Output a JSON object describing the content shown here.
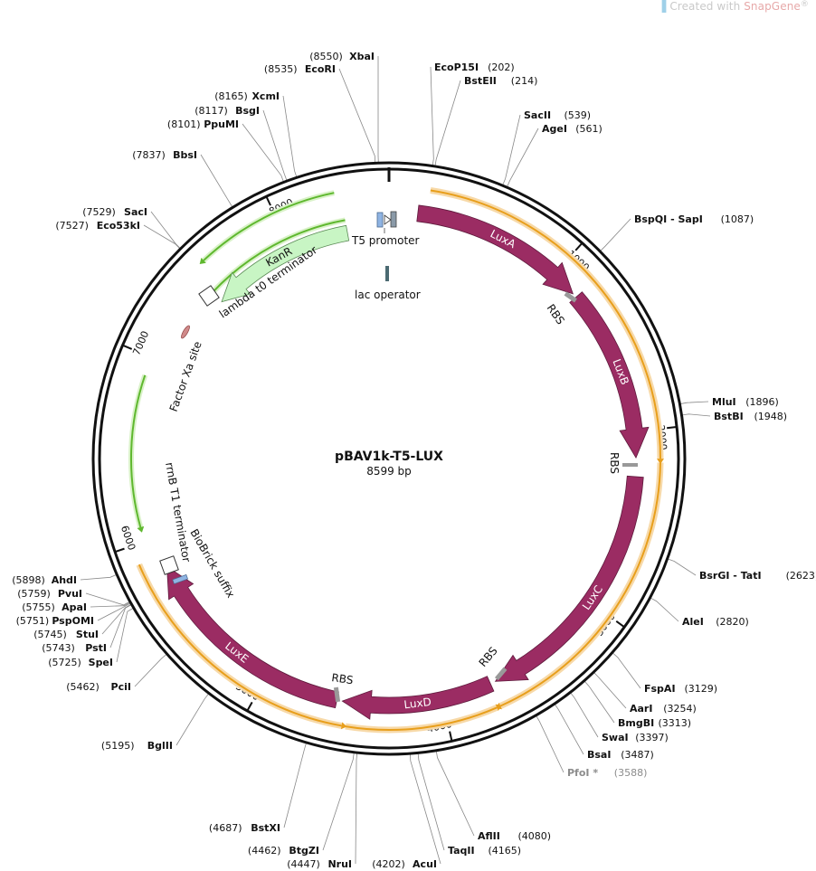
{
  "watermark": {
    "prefix": "Created with ",
    "brand": "SnapGene",
    "suffix": "®"
  },
  "plasmid": {
    "name": "pBAV1k-T5-LUX",
    "size_label": "8599 bp",
    "length": 8599
  },
  "colors": {
    "lux": "#9b2c63",
    "orange": "#e89f1c",
    "orange_glow": "#f7d9a8",
    "kanr": "#c8f5c4",
    "green_glow": "#5fb82f",
    "promoter": "#8fb4e3",
    "lac": "#4b6a72"
  },
  "ruler": [
    {
      "bp": 1000,
      "label": "1000"
    },
    {
      "bp": 2000,
      "label": "2000"
    },
    {
      "bp": 3000,
      "label": "3000"
    },
    {
      "bp": 4000,
      "label": "4000"
    },
    {
      "bp": 5000,
      "label": "5000"
    },
    {
      "bp": 6000,
      "label": "6000"
    },
    {
      "bp": 7000,
      "label": "7000"
    },
    {
      "bp": 8000,
      "label": "8000"
    }
  ],
  "sites": [
    {
      "name": "XbaI",
      "pos": "(8550)",
      "bp": 8550,
      "side": "left"
    },
    {
      "name": "EcoRI",
      "pos": "(8535)",
      "bp": 8535,
      "side": "left"
    },
    {
      "name": "EcoP15I",
      "pos": "(202)",
      "bp": 202,
      "side": "right"
    },
    {
      "name": "BstEII",
      "pos": "(214)",
      "bp": 214,
      "side": "right"
    },
    {
      "name": "SacII",
      "pos": "(539)",
      "bp": 539,
      "side": "right"
    },
    {
      "name": "AgeI",
      "pos": "(561)",
      "bp": 561,
      "side": "right"
    },
    {
      "name": "BspQI - SapI",
      "pos": "(1087)",
      "bp": 1087,
      "side": "right"
    },
    {
      "name": "MluI",
      "pos": "(1896)",
      "bp": 1896,
      "side": "right"
    },
    {
      "name": "BstBI",
      "pos": "(1948)",
      "bp": 1948,
      "side": "right"
    },
    {
      "name": "BsrGI - TatI",
      "pos": "(2623)",
      "bp": 2623,
      "side": "right"
    },
    {
      "name": "AleI",
      "pos": "(2820)",
      "bp": 2820,
      "side": "right"
    },
    {
      "name": "FspAI",
      "pos": "(3129)",
      "bp": 3129,
      "side": "right"
    },
    {
      "name": "AarI",
      "pos": "(3254)",
      "bp": 3254,
      "side": "right"
    },
    {
      "name": "BmgBI",
      "pos": "(3313)",
      "bp": 3313,
      "side": "right"
    },
    {
      "name": "SwaI",
      "pos": "(3397)",
      "bp": 3397,
      "side": "right"
    },
    {
      "name": "BsaI",
      "pos": "(3487)",
      "bp": 3487,
      "side": "right"
    },
    {
      "name": "PfoI *",
      "pos": "(3588)",
      "bp": 3588,
      "side": "right",
      "gray": true
    },
    {
      "name": "AflII",
      "pos": "(4080)",
      "bp": 4080,
      "side": "right"
    },
    {
      "name": "TaqII",
      "pos": "(4165)",
      "bp": 4165,
      "side": "right"
    },
    {
      "name": "AcuI",
      "pos": "(4202)",
      "bp": 4202,
      "side": "right"
    },
    {
      "name": "NruI",
      "pos": "(4447)",
      "bp": 4447,
      "side": "left"
    },
    {
      "name": "BtgZI",
      "pos": "(4462)",
      "bp": 4462,
      "side": "left"
    },
    {
      "name": "BstXI",
      "pos": "(4687)",
      "bp": 4687,
      "side": "left"
    },
    {
      "name": "BglII",
      "pos": "(5195)",
      "bp": 5195,
      "side": "left"
    },
    {
      "name": "PciI",
      "pos": "(5462)",
      "bp": 5462,
      "side": "left"
    },
    {
      "name": "SpeI",
      "pos": "(5725)",
      "bp": 5725,
      "side": "left"
    },
    {
      "name": "PstI",
      "pos": "(5743)",
      "bp": 5743,
      "side": "left"
    },
    {
      "name": "StuI",
      "pos": "(5745)",
      "bp": 5745,
      "side": "left"
    },
    {
      "name": "PspOMI",
      "pos": "(5751)",
      "bp": 5751,
      "side": "left"
    },
    {
      "name": "ApaI",
      "pos": "(5755)",
      "bp": 5755,
      "side": "left"
    },
    {
      "name": "PvuI",
      "pos": "(5759)",
      "bp": 5759,
      "side": "left"
    },
    {
      "name": "AhdI",
      "pos": "(5898)",
      "bp": 5898,
      "side": "left"
    },
    {
      "name": "Eco53kI",
      "pos": "(7527)",
      "bp": 7527,
      "side": "left"
    },
    {
      "name": "SacI",
      "pos": "(7529)",
      "bp": 7529,
      "side": "left"
    },
    {
      "name": "BbsI",
      "pos": "(7837)",
      "bp": 7837,
      "side": "left"
    },
    {
      "name": "PpuMI",
      "pos": "(8101)",
      "bp": 8101,
      "side": "left"
    },
    {
      "name": "BsgI",
      "pos": "(8117)",
      "bp": 8117,
      "side": "left"
    },
    {
      "name": "XcmI",
      "pos": "(8165)",
      "bp": 8165,
      "side": "left"
    }
  ],
  "arrows": [
    {
      "label": "LuxA",
      "start": 160,
      "end": 1150,
      "dir": "cw"
    },
    {
      "label": "LuxB",
      "start": 1175,
      "end": 2145,
      "dir": "cw"
    },
    {
      "label": "LuxC",
      "start": 2250,
      "end": 3690,
      "dir": "cw"
    },
    {
      "label": "LuxD",
      "start": 3720,
      "end": 4560,
      "dir": "cw"
    },
    {
      "label": "LuxE",
      "start": 4590,
      "end": 5830,
      "dir": "cw"
    },
    {
      "label": "KanR",
      "start": 7480,
      "end": 8350,
      "dir": "ccw"
    }
  ],
  "feature_labels": {
    "t5_promoter": "T5 promoter",
    "lac_operator": "lac operator",
    "lambda_terminator": "lambda t0 terminator",
    "factor_xa": "Factor Xa site",
    "rrnb_terminator": "rrnB T1 terminator",
    "biobrick_suffix": "BioBrick suffix",
    "rbs": "RBS"
  }
}
